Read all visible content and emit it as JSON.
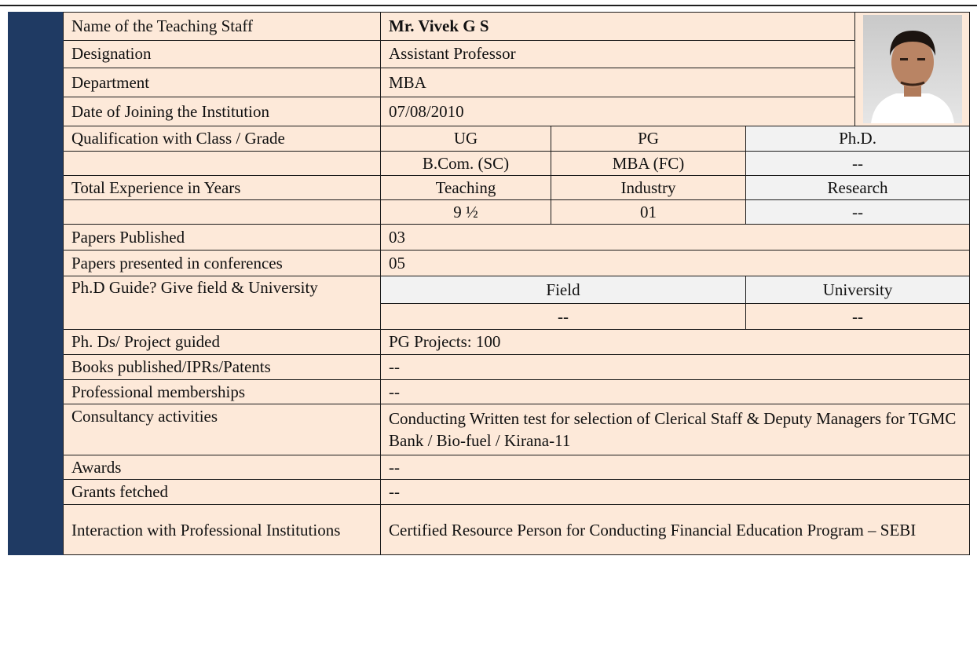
{
  "profile": {
    "name_label": "Name of the Teaching Staff",
    "name_value": "Mr. Vivek G S",
    "designation_label": "Designation",
    "designation_value": "Assistant Professor",
    "department_label": "Department",
    "department_value": "MBA",
    "doj_label": "Date of Joining the Institution",
    "doj_value": "07/08/2010"
  },
  "qualification": {
    "label": "Qualification with Class / Grade",
    "headers": [
      "UG",
      "PG",
      "Ph.D."
    ],
    "values": [
      "B.Com. (SC)",
      "MBA (FC)",
      "--"
    ]
  },
  "experience": {
    "label": "Total Experience in Years",
    "headers": [
      "Teaching",
      "Industry",
      "Research"
    ],
    "values": [
      "9 ½",
      "01",
      "--"
    ]
  },
  "papers_published": {
    "label": "Papers Published",
    "value": "03"
  },
  "papers_presented": {
    "label": "Papers presented in conferences",
    "value": "05"
  },
  "phd_guide": {
    "label": "Ph.D Guide? Give field & University",
    "headers": [
      "Field",
      "University"
    ],
    "values": [
      "--",
      "--"
    ]
  },
  "phds_guided": {
    "label": "Ph. Ds/ Project guided",
    "value": "PG Projects: 100"
  },
  "books": {
    "label": "Books published/IPRs/Patents",
    "value": "--"
  },
  "memberships": {
    "label": "Professional memberships",
    "value": "--"
  },
  "consultancy": {
    "label": "Consultancy activities",
    "value": "Conducting Written test for selection of Clerical Staff & Deputy Managers for TGMC Bank / Bio-fuel / Kirana-11"
  },
  "awards": {
    "label": "Awards",
    "value": "--"
  },
  "grants": {
    "label": "Grants fetched",
    "value": "--"
  },
  "interaction": {
    "label": "Interaction with Professional Institutions",
    "value": "Certified Resource Person for Conducting Financial Education Program – SEBI"
  },
  "colors": {
    "stripe": "#1f3a63",
    "cell_bg": "#fde9d9",
    "grey_cell": "#f2f2f2",
    "border": "#1a1a1a"
  },
  "icons": {
    "photo": "staff-photo"
  }
}
